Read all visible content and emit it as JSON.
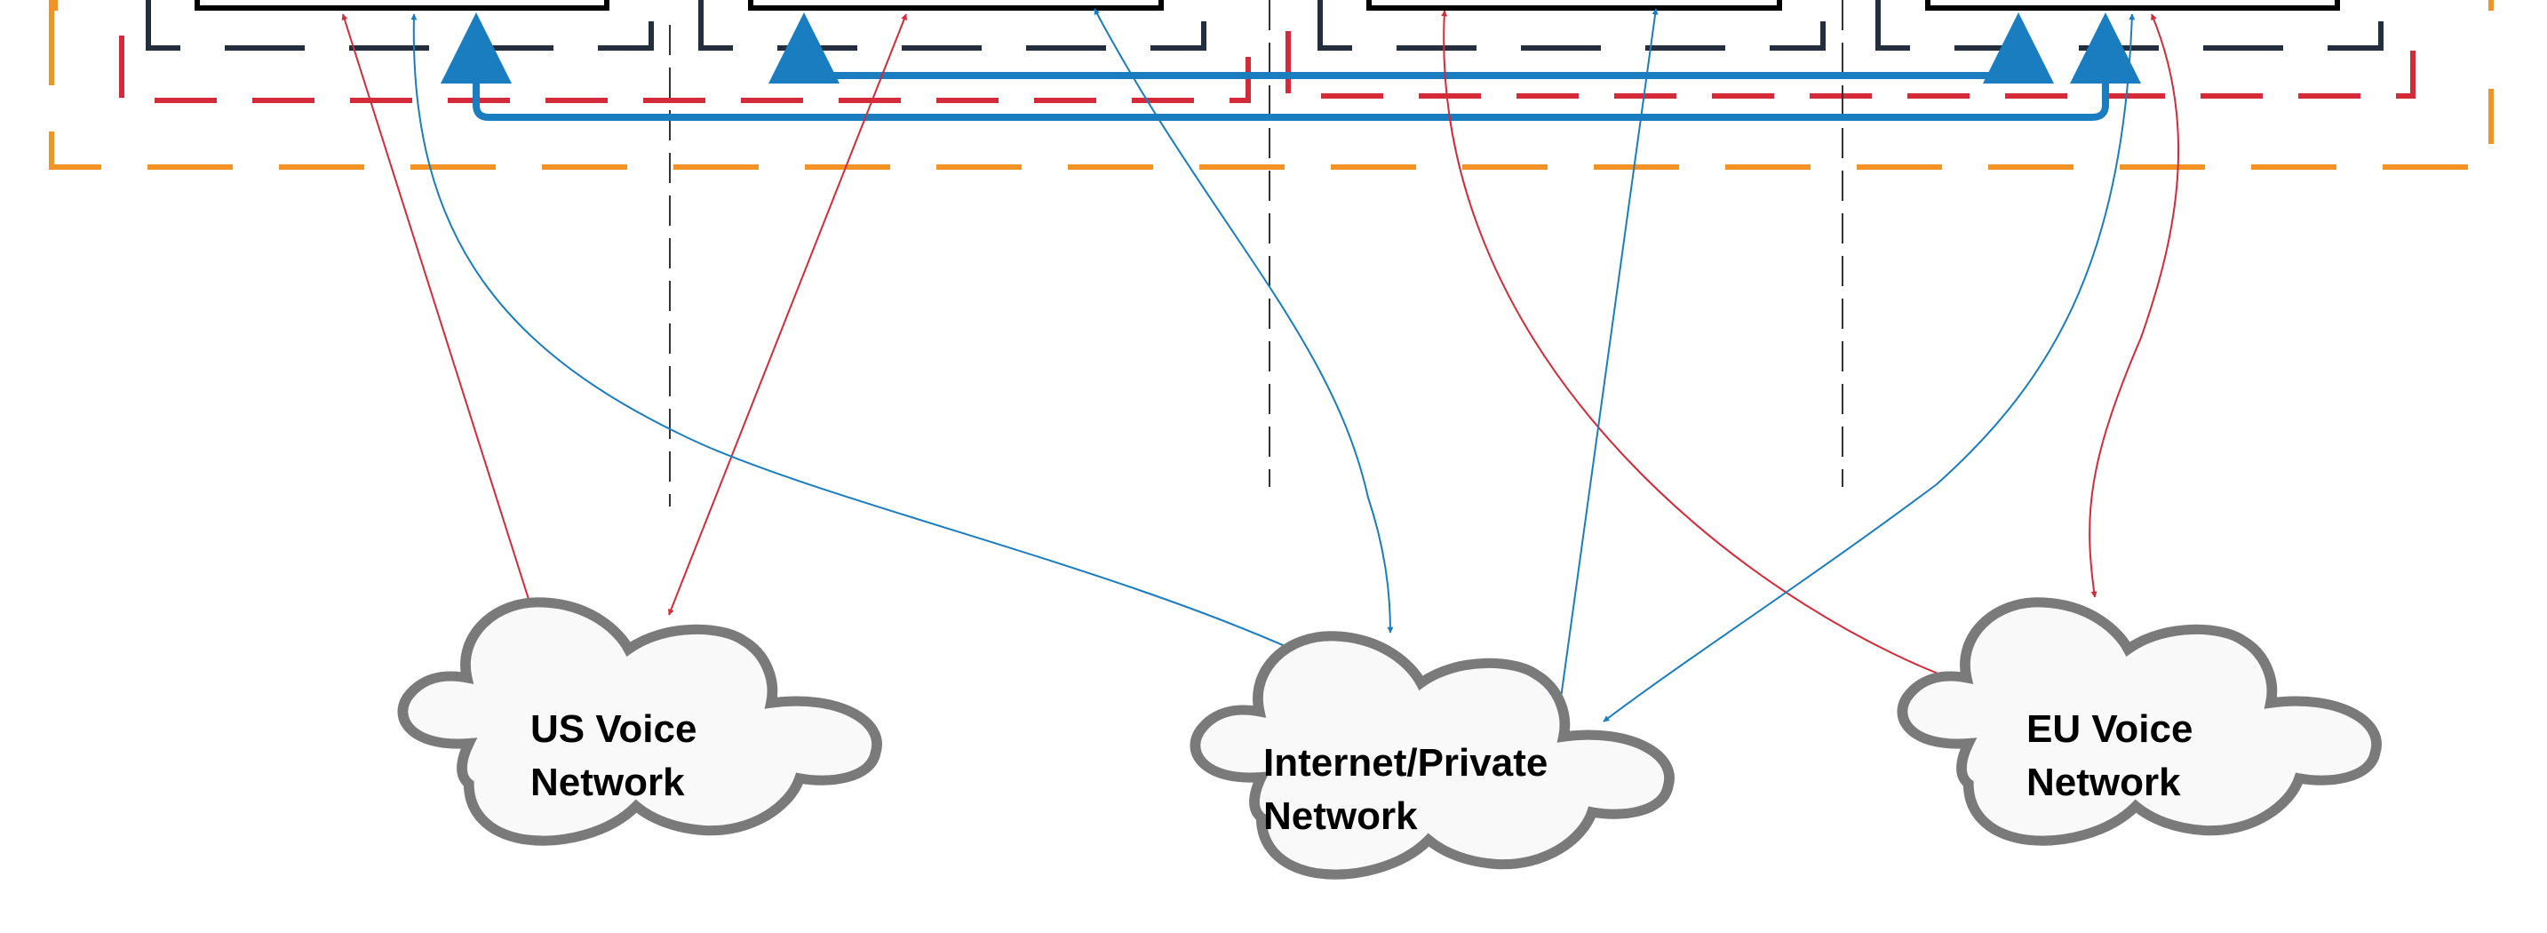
{
  "clouds": {
    "us": {
      "line1": "US Voice",
      "line2": "Network"
    },
    "internet": {
      "line1": "Internet/Private",
      "line2": "Network"
    },
    "eu": {
      "line1": "EU Voice",
      "line2": "Network"
    }
  },
  "colors": {
    "voice_link": "#d42a3a",
    "data_link": "#1a7dbf",
    "outer_boundary": "#f39325",
    "mid_boundary": "#d42a3a",
    "inner_boundary": "#232f3e",
    "cloud_fill": "#f9f9f9",
    "cloud_stroke": "#7a7a7a",
    "separator": "#333333"
  }
}
